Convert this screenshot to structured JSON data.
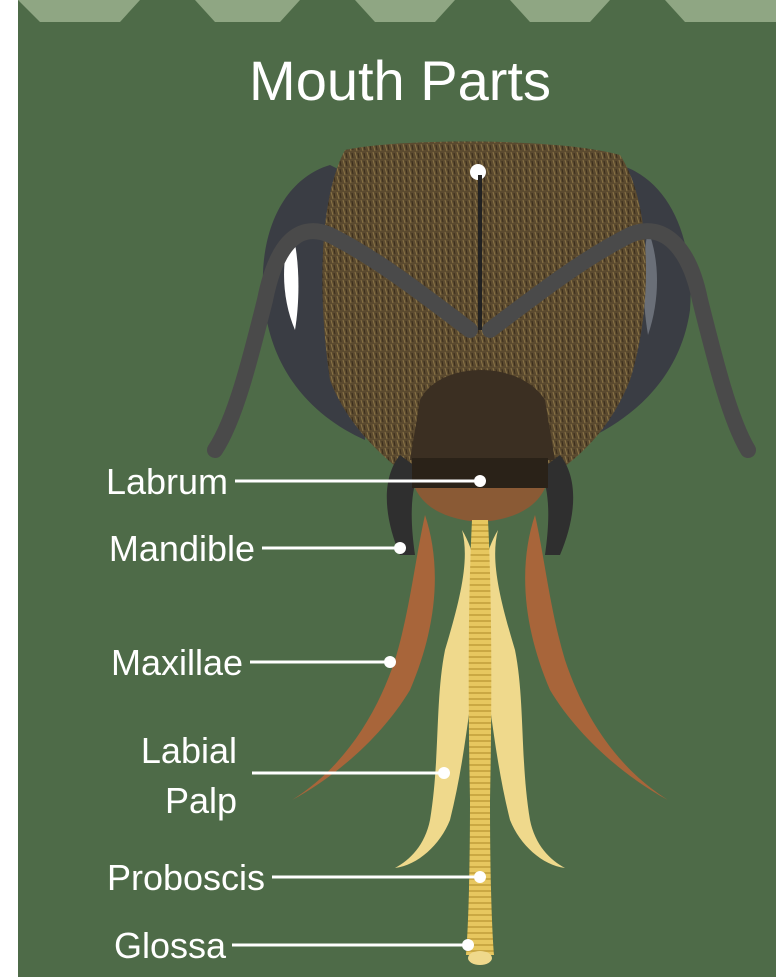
{
  "title": "Mouth Parts",
  "labels": {
    "labrum": "Labrum",
    "mandible": "Mandible",
    "maxillae": "Maxillae",
    "labial_palp_line1": "Labial",
    "labial_palp_line2": "Palp",
    "proboscis": "Proboscis",
    "glossa": "Glossa"
  },
  "colors": {
    "panel": "#4e6b48",
    "top_band": "#8fa683",
    "eye": "#3a3d44",
    "face_fur": "#5b4a2f",
    "antenna": "#4a4a4a",
    "clypeus": "#3b2f22",
    "mandible": "#2f2f2f",
    "maxillae": "#a8653a",
    "labial_palp": "#efd98c",
    "glossa": "#e7c75f",
    "label": "#ffffff"
  }
}
